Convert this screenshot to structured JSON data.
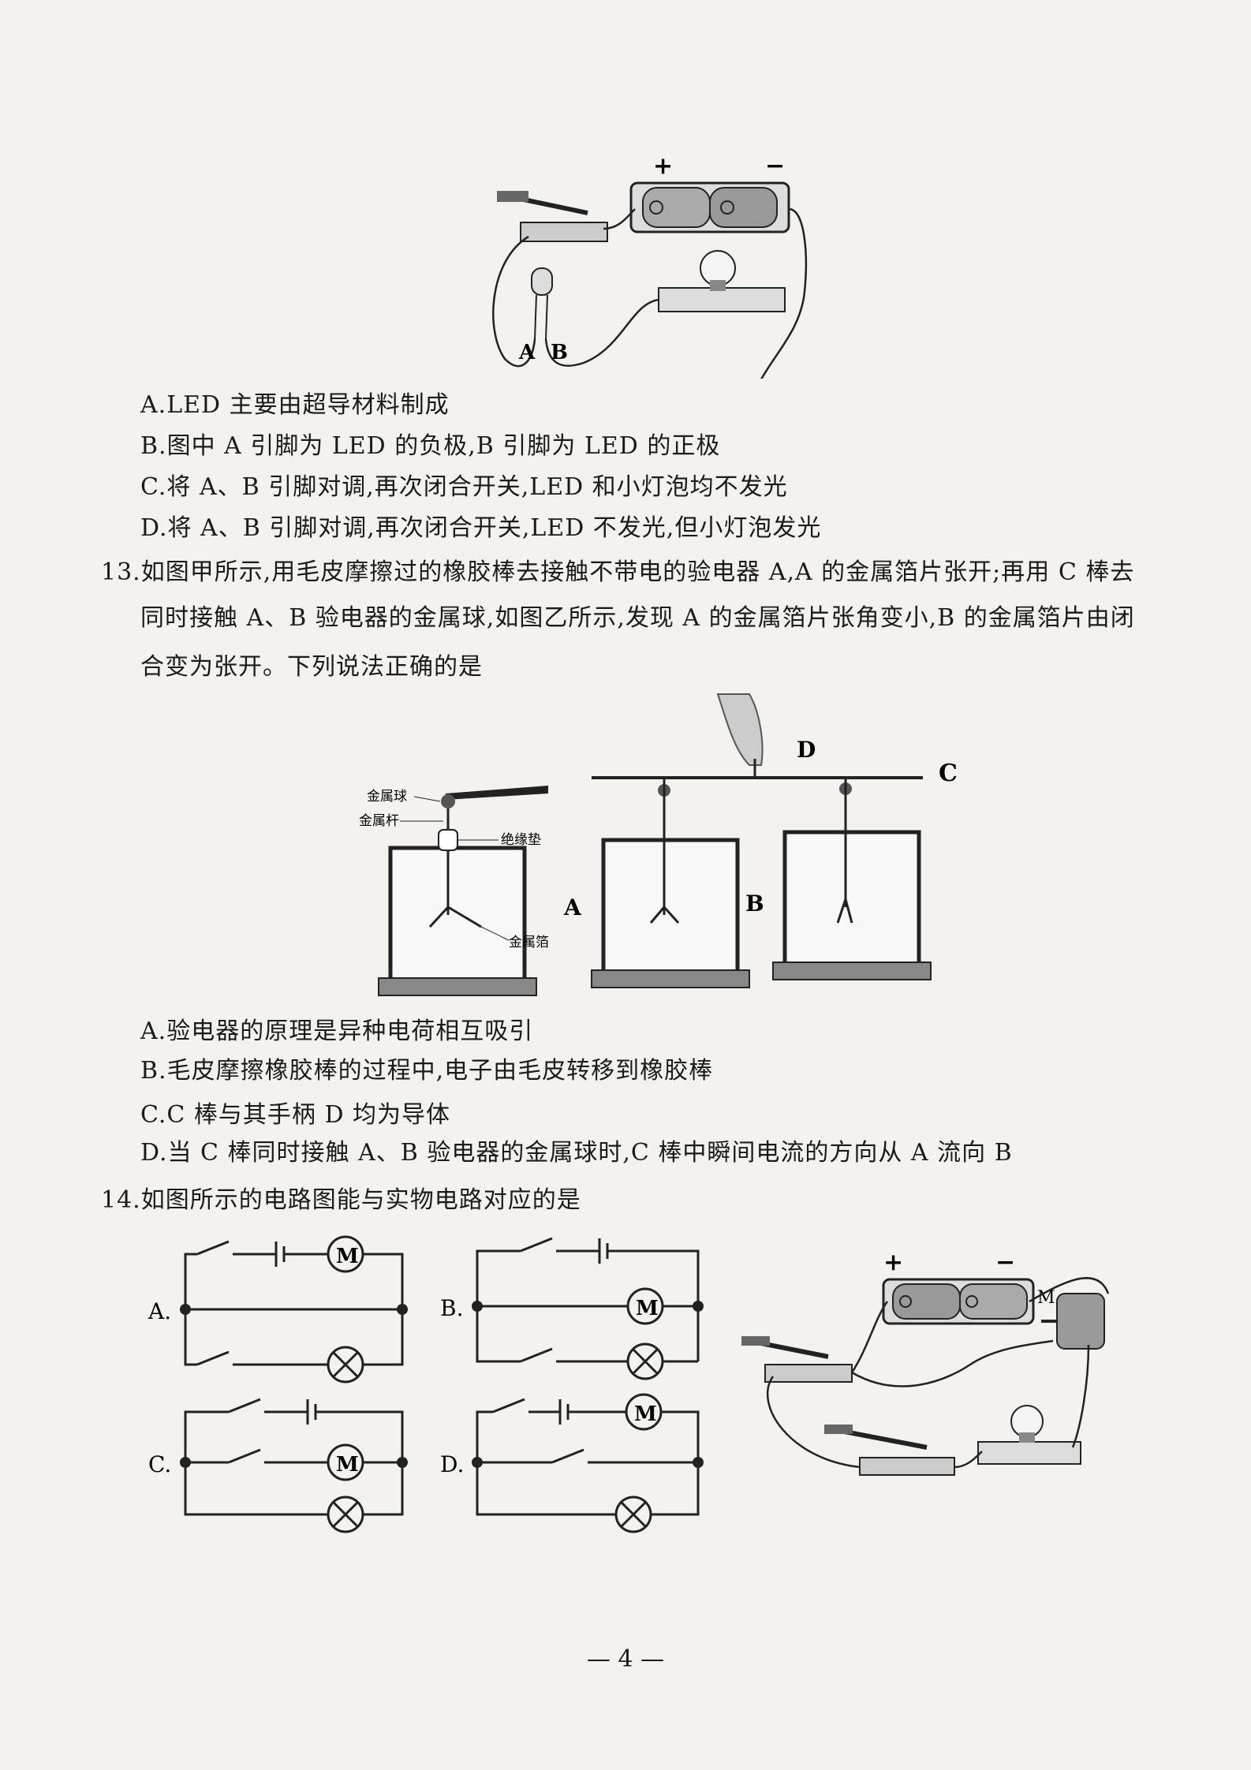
{
  "q12": {
    "figure": {
      "plus": "+",
      "minus": "−",
      "pin_a": "A",
      "pin_b": "B"
    },
    "options": [
      "A.LED 主要由超导材料制成",
      "B.图中 A 引脚为 LED 的负极,B 引脚为 LED 的正极",
      "C.将 A、B 引脚对调,再次闭合开关,LED 和小灯泡均不发光",
      "D.将 A、B 引脚对调,再次闭合开关,LED 不发光,但小灯泡发光"
    ]
  },
  "q13": {
    "stem": [
      "13.如图甲所示,用毛皮摩擦过的橡胶棒去接触不带电的验电器 A,A 的金属箔片张开;再用 C 棒去",
      "同时接触 A、B 验电器的金属球,如图乙所示,发现 A 的金属箔片张角变小,B 的金属箔片由闭",
      "合变为张开。下列说法正确的是"
    ],
    "figure": {
      "label_ball": "金属球",
      "label_rod": "金属杆",
      "label_insulator": "绝缘垫",
      "label_foil": "金属箔",
      "label_a": "A",
      "label_b": "B",
      "label_c": "C",
      "label_d": "D"
    },
    "options": [
      "A.验电器的原理是异种电荷相互吸引",
      "B.毛皮摩擦橡胶棒的过程中,电子由毛皮转移到橡胶棒",
      "C.C 棒与其手柄 D 均为导体",
      "D.当 C 棒同时接触 A、B 验电器的金属球时,C 棒中瞬间电流的方向从 A 流向 B"
    ]
  },
  "q14": {
    "stem": "14.如图所示的电路图能与实物电路对应的是",
    "circuits": {
      "a": "A.",
      "b": "B.",
      "c": "C.",
      "d": "D.",
      "motor": "M"
    },
    "figure": {
      "plus": "+",
      "minus": "−",
      "motor": "M"
    }
  },
  "page_number": "— 4 —"
}
